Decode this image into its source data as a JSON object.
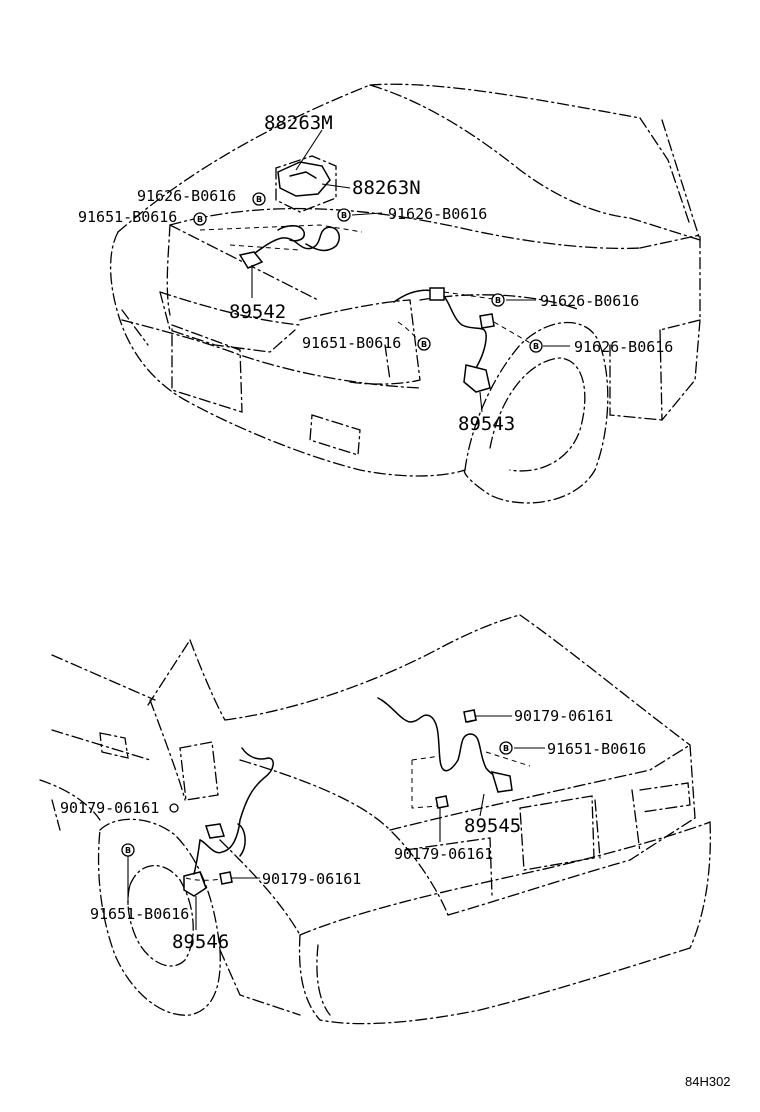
{
  "front": {
    "label_88263m": "88263M",
    "label_88263n": "88263N",
    "label_91626_left": "91626-B0616",
    "label_91651_left": "91651-B0616",
    "label_91626_center": "91626-B0616",
    "label_89542": "89542",
    "label_91626_right_top": "91626-B0616",
    "label_91651_center": "91651-B0616",
    "label_91626_right_bottom": "91626-B0616",
    "label_89543": "89543"
  },
  "rear": {
    "label_90179_top": "90179-06161",
    "label_91651_right": "91651-B0616",
    "label_90179_left": "90179-06161",
    "label_89545": "89545",
    "label_90179_center": "90179-06161",
    "label_90179_bottom": "90179-06161",
    "label_91651_left": "91651-B0616",
    "label_89546": "89546"
  },
  "footer": {
    "reference_code": "84H302"
  },
  "bolt_symbol": "B"
}
